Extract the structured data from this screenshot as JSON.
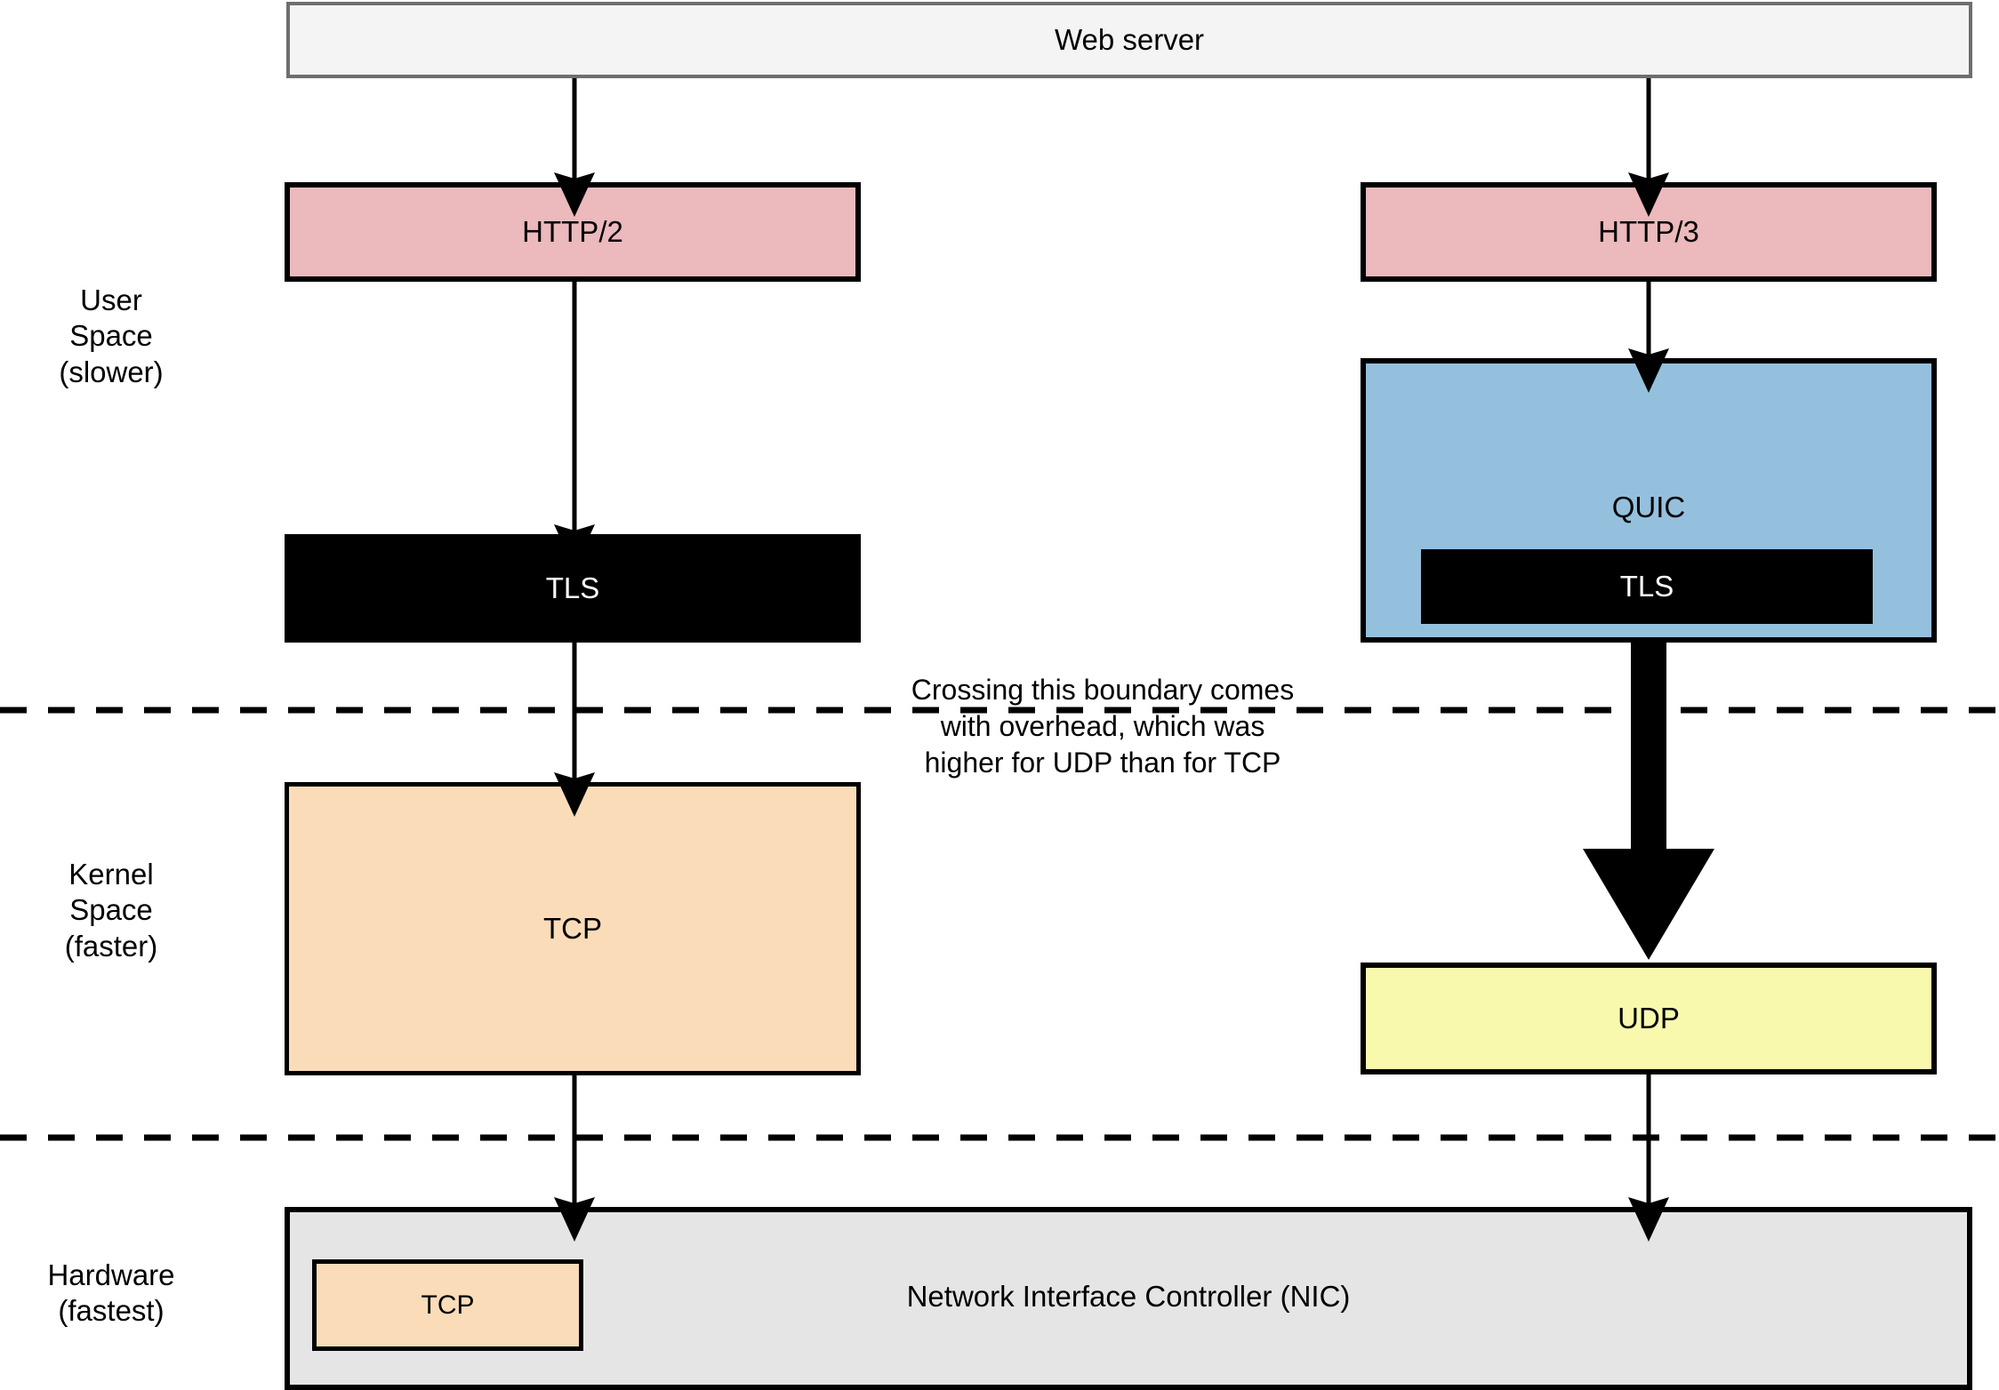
{
  "diagram": {
    "title": "Web server protocol stack: HTTP/2 over TCP+TLS vs HTTP/3 over QUIC+UDP",
    "colors": {
      "web_server_fill": "#f4f4f4",
      "web_server_border": "#6e6e6e",
      "http_fill": "#ecb9bd",
      "quic_fill": "#95c0dd",
      "tls_fill": "#000000",
      "tcp_fill": "#fadcb8",
      "udp_fill": "#f9f9ae",
      "nic_fill": "#e5e5e5",
      "stroke": "#000000"
    }
  },
  "zones": [
    {
      "id": "user",
      "lines": [
        "User",
        "Space",
        "(slower)"
      ]
    },
    {
      "id": "kernel",
      "lines": [
        "Kernel",
        "Space",
        "(faster)"
      ]
    },
    {
      "id": "hardware",
      "lines": [
        "Hardware",
        "(fastest)"
      ]
    }
  ],
  "nodes": {
    "web_server": {
      "label": "Web server"
    },
    "http2": {
      "label": "HTTP/2"
    },
    "http3": {
      "label": "HTTP/3"
    },
    "tls_left": {
      "label": "TLS"
    },
    "quic": {
      "label": "QUIC"
    },
    "tls_quic": {
      "label": "TLS"
    },
    "tcp": {
      "label": "TCP"
    },
    "udp": {
      "label": "UDP"
    },
    "nic": {
      "label": "Network Interface Controller (NIC)"
    },
    "tcp_nic": {
      "label": "TCP"
    }
  },
  "annotation": {
    "lines": [
      "Crossing this boundary comes",
      "with overhead, which was",
      "higher for UDP than for TCP"
    ]
  },
  "edges": [
    {
      "from": "web_server",
      "to": "http2",
      "style": "thin-arrow"
    },
    {
      "from": "web_server",
      "to": "http3",
      "style": "thin-arrow"
    },
    {
      "from": "http2",
      "to": "tls_left",
      "style": "thin-arrow"
    },
    {
      "from": "http3",
      "to": "quic",
      "style": "thin-arrow"
    },
    {
      "from": "tls_left",
      "to": "tcp",
      "style": "thin-arrow"
    },
    {
      "from": "quic",
      "to": "udp",
      "style": "thick-block-arrow"
    },
    {
      "from": "tcp",
      "to": "nic",
      "style": "thin-arrow"
    },
    {
      "from": "udp",
      "to": "nic",
      "style": "thin-arrow"
    }
  ],
  "boundaries": [
    {
      "id": "user-kernel",
      "style": "dashed"
    },
    {
      "id": "kernel-hardware",
      "style": "dashed"
    }
  ]
}
